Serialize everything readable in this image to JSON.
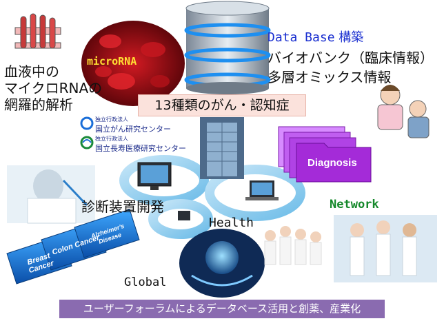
{
  "left_caption": [
    "血液中の",
    "マイクロRNAの",
    "網羅的解析"
  ],
  "microrna_label": "microRNA",
  "database": {
    "title_en": "Data Base",
    "title_jp": "構築",
    "line2": "バイオバンク（臨床情報）",
    "line3": "多層オミックス情報"
  },
  "center_box": "13種類のがん・認知症",
  "institutions": [
    {
      "small": "独立行政法人",
      "name": "国立がん研究センター"
    },
    {
      "small": "独立行政法人",
      "name": "国立長寿医療研究センター"
    }
  ],
  "diagnosis_label": "Diagnosis",
  "shindan_label": "診断装置開発",
  "network_label": "Network",
  "health_label": "Health",
  "global_label": "Global",
  "disease_tabs": [
    "Breast Cancer",
    "Colon Cancer",
    "Alzheimer's Disease"
  ],
  "bottom_bar": "ユーザーフォーラムによるデータベース活用と創薬、産業化",
  "colors": {
    "db_title": "#1a2fd0",
    "network": "#14882a",
    "microrna": "#ffe033",
    "bottom_bar": "#8a6bb0",
    "center_box": "#fbe2dc",
    "folder": "#a42bd8"
  }
}
